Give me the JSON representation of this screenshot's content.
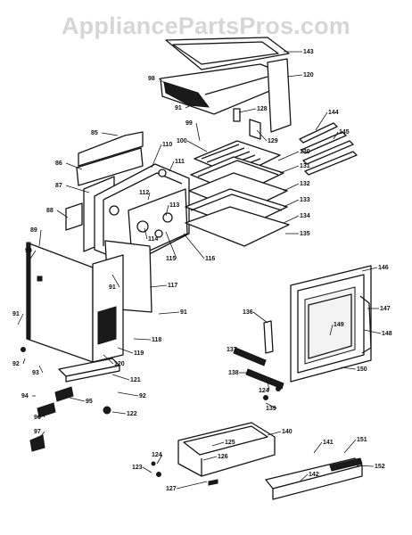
{
  "header": {
    "watermark": "AppliancePartsPros.com"
  },
  "diagram": {
    "callouts": [
      {
        "label": "143"
      },
      {
        "label": "98"
      },
      {
        "label": "120"
      },
      {
        "label": "91"
      },
      {
        "label": "128"
      },
      {
        "label": "129"
      },
      {
        "label": "99"
      },
      {
        "label": "100"
      },
      {
        "label": "144"
      },
      {
        "label": "145"
      },
      {
        "label": "85"
      },
      {
        "label": "110"
      },
      {
        "label": "111"
      },
      {
        "label": "130"
      },
      {
        "label": "131"
      },
      {
        "label": "86"
      },
      {
        "label": "132"
      },
      {
        "label": "87"
      },
      {
        "label": "112"
      },
      {
        "label": "113"
      },
      {
        "label": "133"
      },
      {
        "label": "88"
      },
      {
        "label": "134"
      },
      {
        "label": "114"
      },
      {
        "label": "135"
      },
      {
        "label": "89"
      },
      {
        "label": "115"
      },
      {
        "label": "116"
      },
      {
        "label": "90"
      },
      {
        "label": "146"
      },
      {
        "label": "117"
      },
      {
        "label": "91"
      },
      {
        "label": "91"
      },
      {
        "label": "136"
      },
      {
        "label": "147"
      },
      {
        "label": "91"
      },
      {
        "label": "149"
      },
      {
        "label": "148"
      },
      {
        "label": "118"
      },
      {
        "label": "137"
      },
      {
        "label": "92"
      },
      {
        "label": "119"
      },
      {
        "label": "93"
      },
      {
        "label": "120"
      },
      {
        "label": "150"
      },
      {
        "label": "138"
      },
      {
        "label": "124"
      },
      {
        "label": "121"
      },
      {
        "label": "94"
      },
      {
        "label": "92"
      },
      {
        "label": "95"
      },
      {
        "label": "139"
      },
      {
        "label": "96"
      },
      {
        "label": "122"
      },
      {
        "label": "97"
      },
      {
        "label": "140"
      },
      {
        "label": "125"
      },
      {
        "label": "141"
      },
      {
        "label": "151"
      },
      {
        "label": "124"
      },
      {
        "label": "126"
      },
      {
        "label": "123"
      },
      {
        "label": "152"
      },
      {
        "label": "142"
      },
      {
        "label": "127"
      }
    ]
  }
}
